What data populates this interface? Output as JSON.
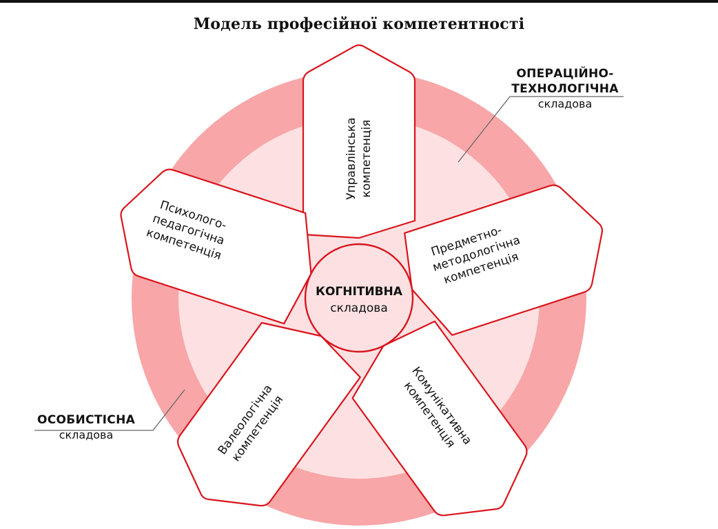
{
  "title": "Модель професійної компетентності",
  "colors": {
    "ring_outer": "#f8a6a8",
    "ring_inner": "#fde1e2",
    "stroke": "#d9141c",
    "arm_fill": "#ffffff",
    "center_fill": "#fde1e2",
    "text": "#111111"
  },
  "center": {
    "line1": "КОГНІТИВНА",
    "line2": "складова"
  },
  "arms": [
    {
      "id": "management",
      "lines": [
        "Управлінська",
        "компетенція"
      ]
    },
    {
      "id": "subject-methodological",
      "lines": [
        "Предметно-",
        "методологічна",
        "компетенція"
      ]
    },
    {
      "id": "communicative",
      "lines": [
        "Комунікативна",
        "компетенція"
      ]
    },
    {
      "id": "valeological",
      "lines": [
        "Валеологічна",
        "компетенція"
      ]
    },
    {
      "id": "psychological-pedagogical",
      "lines": [
        "Психолого-",
        "педагогічна",
        "компетенція"
      ]
    }
  ],
  "callouts": {
    "operational": {
      "line1": "ОПЕРАЦІЙНО-",
      "line2": "ТЕХНОЛОГІЧНА",
      "line3": "складова"
    },
    "personal": {
      "line1": "ОСОБИСТІСНА",
      "line2": "складова"
    }
  }
}
